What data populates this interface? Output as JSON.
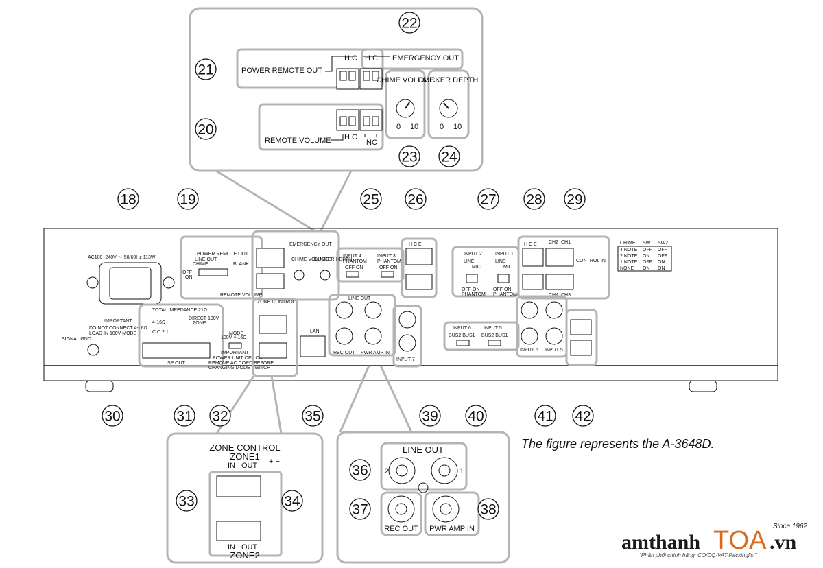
{
  "callouts": [
    "18",
    "19",
    "20",
    "21",
    "22",
    "23",
    "24",
    "25",
    "26",
    "27",
    "28",
    "29",
    "30",
    "31",
    "32",
    "33",
    "34",
    "35",
    "36",
    "37",
    "38",
    "39",
    "40",
    "41",
    "42"
  ],
  "panel": {
    "ac_rating": "AC100~240V ～ 50/60Hz  113W",
    "power_remote_out": "POWER REMOTE OUT",
    "emergency_out": "EMERGENCY OUT",
    "hc": "H C",
    "hce": "H C E",
    "nc": "NC",
    "line_out_chime": "LINE OUT",
    "chime": "CHIME",
    "blank": "BLANK",
    "off": "OFF",
    "on": "ON",
    "off_on": "OFF ON",
    "chime_volume": "CHIME VOLUME",
    "ducker_depth": "DUCKER DEPTH",
    "zero": "0",
    "ten": "10",
    "remote_volume": "REMOTE VOLUME",
    "input4": "INPUT 4",
    "input3": "INPUT 3",
    "input2": "INPUT 2",
    "input1": "INPUT 1",
    "phantom": "PHANTOM",
    "line": "LINE",
    "mic": "MIC",
    "ch1": "CH1",
    "ch2": "CH2",
    "ch3": "CH3",
    "ch4": "CH4",
    "control_in": "CONTROL IN",
    "chime_table": {
      "headers": [
        "CHIME",
        "SW1",
        "SW2"
      ],
      "rows": [
        [
          "4 NOTE",
          "OFF",
          "OFF"
        ],
        [
          "2 NOTE",
          "ON",
          "OFF"
        ],
        [
          "1 NOTE",
          "OFF",
          "ON"
        ],
        [
          "NONE",
          "ON",
          "ON"
        ]
      ]
    },
    "important": "IMPORTANT",
    "do_not_connect": "DO NOT CONNECT 4-16Ω",
    "load_in_100v": "LOAD IN 100V MODE",
    "signal_gnd": "SIGNAL GND",
    "total_impedance": "TOTAL IMPEDANCE 21Ω",
    "v100": "100V",
    "ohm_416": "4-16Ω",
    "direct": "DIRECT",
    "zone": "ZONE",
    "terminals": "C  C    2  1",
    "sp_out": "SP OUT",
    "mode": "MODE",
    "mode_opts": "100V   4-16Ω",
    "warn1": "POWER UNIT OFF OR",
    "warn2": "REMOVE AC CORD BEFORE",
    "warn3": "CHANGING MODE SWITCH",
    "zone_control": "ZONE CONTROL",
    "zone1": "ZONE1",
    "zone2": "ZONE2",
    "in": "IN",
    "out": "OUT",
    "plus_minus": "+ −",
    "lan": "LAN",
    "line_out": "LINE OUT",
    "ch_2": "2",
    "ch_1": "1",
    "rec_out": "REC OUT",
    "pwr_amp_in": "PWR AMP IN",
    "input7": "INPUT 7",
    "input6": "INPUT 6",
    "input5": "INPUT 5",
    "bus_labels": "BUS2  BUS1",
    "caption": "The figure represents the A-3648D.",
    "brand_main": "amthanh",
    "brand_toa": "TOA",
    "brand_vn": ".vn",
    "brand_since": "Since 1962",
    "brand_tagline": "\"Phân phối chính hãng: CO/CQ-VAT-Packinglist\""
  }
}
